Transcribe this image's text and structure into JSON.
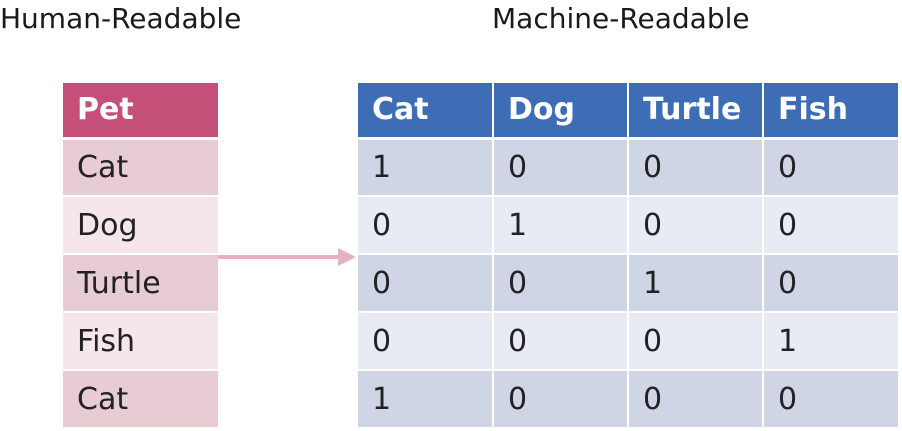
{
  "headings": {
    "human": "Human-Readable",
    "machine": "Machine-Readable"
  },
  "pet_table": {
    "header": "Pet",
    "rows": [
      "Cat",
      "Dog",
      "Turtle",
      "Fish",
      "Cat"
    ]
  },
  "onehot_table": {
    "headers": [
      "Cat",
      "Dog",
      "Turtle",
      "Fish"
    ],
    "rows": [
      [
        "1",
        "0",
        "0",
        "0"
      ],
      [
        "0",
        "1",
        "0",
        "0"
      ],
      [
        "0",
        "0",
        "1",
        "0"
      ],
      [
        "0",
        "0",
        "0",
        "1"
      ],
      [
        "1",
        "0",
        "0",
        "0"
      ]
    ]
  },
  "colors": {
    "pet_header": "#c4507a",
    "pet_row_dark": "#e8ccd4",
    "pet_row_light": "#f4e6ea",
    "onehot_header": "#3d6db5",
    "onehot_row_dark": "#cfd5e5",
    "onehot_row_light": "#e8ebf3",
    "arrow": "#e8b0c4"
  }
}
